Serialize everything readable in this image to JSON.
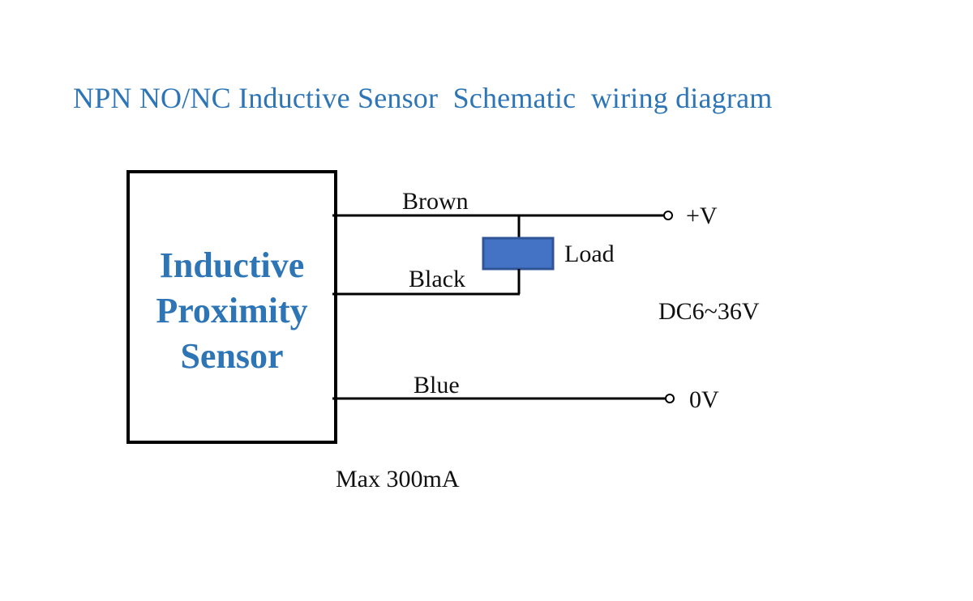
{
  "title": "NPN NO/NC Inductive Sensor  Schematic  wiring diagram",
  "sensor": {
    "lines": [
      "Inductive",
      "Proximity",
      "Sensor"
    ]
  },
  "wires": {
    "brown": "Brown",
    "black": "Black",
    "blue": "Blue"
  },
  "load": {
    "label": "Load",
    "color": "#4472c4"
  },
  "terminals": {
    "positive": "+V",
    "ground": "0V"
  },
  "supply": "DC6~36V",
  "max_current": "Max 300mA",
  "colors": {
    "accent": "#2e75b6",
    "wire": "#000000"
  }
}
